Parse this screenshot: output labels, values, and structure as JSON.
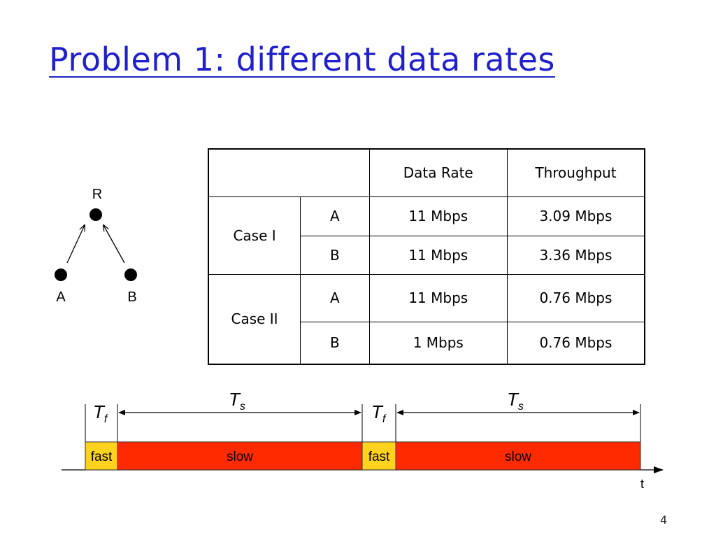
{
  "slide": {
    "title": "Problem 1: different data rates",
    "page_number": "4"
  },
  "network": {
    "node_r": "R",
    "node_a": "A",
    "node_b": "B"
  },
  "table": {
    "headers": [
      "",
      "Data Rate",
      "Throughput"
    ],
    "cases": [
      {
        "label": "Case I",
        "rows": [
          {
            "node": "A",
            "rate": "11 Mbps",
            "throughput": "3.09 Mbps"
          },
          {
            "node": "B",
            "rate": "11 Mbps",
            "throughput": "3.36 Mbps"
          }
        ]
      },
      {
        "label": "Case II",
        "rows": [
          {
            "node": "A",
            "rate": "11 Mbps",
            "throughput": "0.76 Mbps"
          },
          {
            "node": "B",
            "rate": "1 Mbps",
            "throughput": "0.76 Mbps"
          }
        ]
      }
    ]
  },
  "timeline": {
    "fast_label": "fast",
    "slow_label": "slow",
    "tf_main": "T",
    "tf_sub": "f",
    "ts_main": "T",
    "ts_sub": "s",
    "axis_label": "t",
    "fast_color": "#ffd21e",
    "slow_color": "#ff2a00"
  }
}
